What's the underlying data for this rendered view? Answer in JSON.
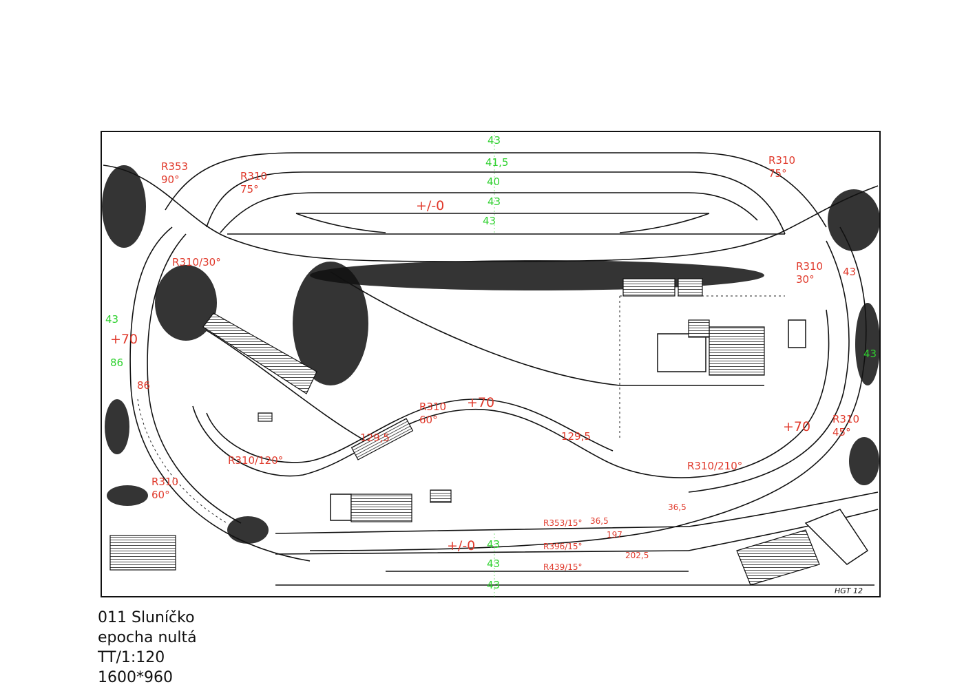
{
  "plan": {
    "red_labels": {
      "r353_90": [
        "R353",
        "90°"
      ],
      "r310_75_left": [
        "R310",
        "75°"
      ],
      "r310_75_right": [
        "R310",
        "75°"
      ],
      "top_level": "+/-0",
      "r310_30_left": "R310/30°",
      "r310_30_right": [
        "R310",
        "30°"
      ],
      "right_43": "43",
      "left_plus70": "+70",
      "left_86": "86",
      "r310_60_mid": [
        "R310",
        "60°"
      ],
      "mid_plus70": "+70",
      "len_129_left": "129,5",
      "len_129_right": "129,5",
      "r310_45": [
        "R310",
        "45°"
      ],
      "right_plus70": "+70",
      "r310_120": "R310/120°",
      "r310_210": "R310/210°",
      "r310_60_bottom": [
        "R310",
        "60°"
      ],
      "r353_15": "R353/15°",
      "len_36_left": "36,5",
      "len_36_right": "36,5",
      "len_197": "197",
      "r396_15": "R396/15°",
      "len_202": "202,5",
      "r439_15": "R439/15°",
      "bottom_level": "+/-0"
    },
    "green_labels": {
      "top": [
        "43",
        "41,5",
        "40",
        "43",
        "43"
      ],
      "left": [
        "43",
        "86"
      ],
      "right": "43",
      "bottom": [
        "43",
        "43",
        "43"
      ]
    },
    "signature": "HGT 12"
  },
  "caption": {
    "line1": "011 Sluníčko",
    "line2": "epocha nultá",
    "line3": "TT/1:120",
    "line4": "1600*960"
  },
  "colors": {
    "dimension_red": "#e0392b",
    "dimension_green": "#2fd12f"
  }
}
